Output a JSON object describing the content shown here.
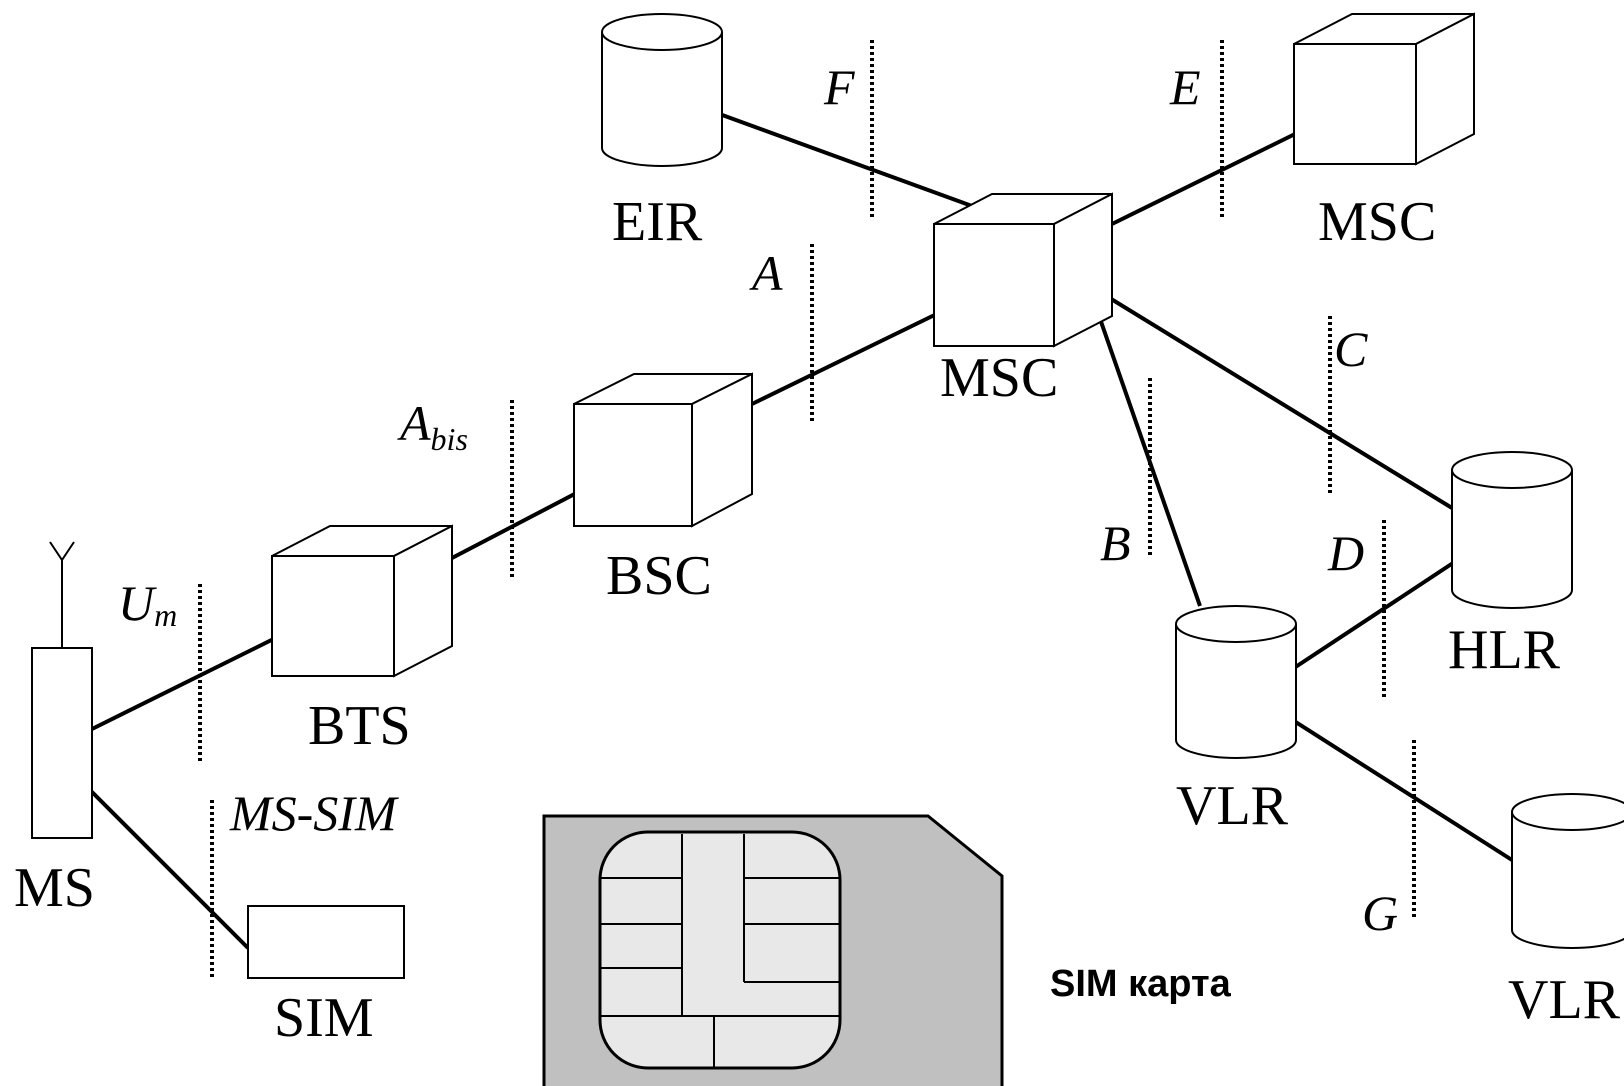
{
  "nodes": {
    "eir": "EIR",
    "msc_main": "MSC",
    "msc_remote": "MSC",
    "bsc": "BSC",
    "bts": "BTS",
    "ms": "MS",
    "sim": "SIM",
    "hlr": "HLR",
    "vlr_main": "VLR",
    "vlr_remote": "VLR"
  },
  "interfaces": {
    "f": "F",
    "e": "E",
    "a": "A",
    "abis_main": "A",
    "abis_sub": "bis",
    "um_main": "U",
    "um_sub": "m",
    "c": "C",
    "b": "B",
    "d": "D",
    "g": "G",
    "ms_sim": "MS-SIM"
  },
  "sim_card_caption": "SIM карта",
  "colors": {
    "line": "#000000",
    "sim_card_body": "#c0c0c0",
    "sim_chip": "#e8e8e8",
    "background": "#ffffff"
  }
}
